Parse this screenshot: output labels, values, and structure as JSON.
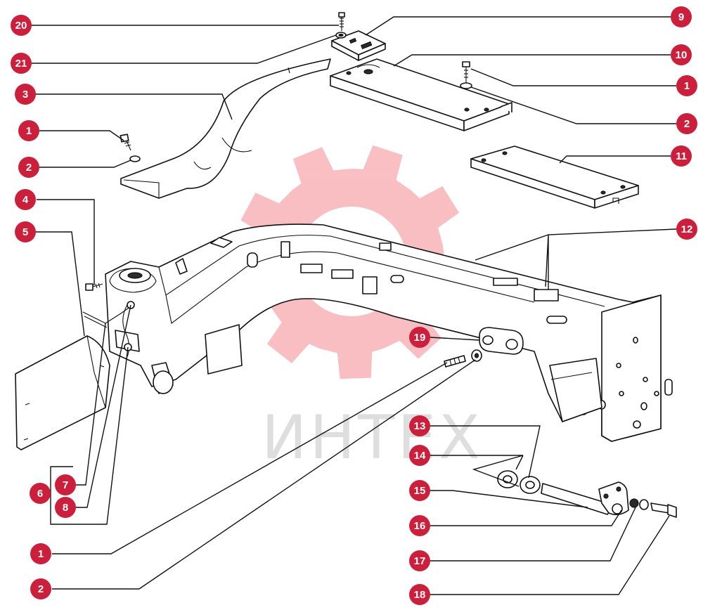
{
  "watermark": {
    "text": "ИНТЕХ",
    "gear_color": "#f7a9ae"
  },
  "callout_color": "#cc1f3c",
  "callouts": [
    {
      "id": "c20a",
      "label": "20"
    },
    {
      "id": "c21",
      "label": "21"
    },
    {
      "id": "c3",
      "label": "3"
    },
    {
      "id": "c1a",
      "label": "1"
    },
    {
      "id": "c2a",
      "label": "2"
    },
    {
      "id": "c4",
      "label": "4"
    },
    {
      "id": "c5",
      "label": "5"
    },
    {
      "id": "c6",
      "label": "6"
    },
    {
      "id": "c7",
      "label": "7"
    },
    {
      "id": "c8",
      "label": "8"
    },
    {
      "id": "c1b",
      "label": "1"
    },
    {
      "id": "c2b",
      "label": "2"
    },
    {
      "id": "c9",
      "label": "9"
    },
    {
      "id": "c10",
      "label": "10"
    },
    {
      "id": "c1c",
      "label": "1"
    },
    {
      "id": "c2c",
      "label": "2"
    },
    {
      "id": "c11",
      "label": "11"
    },
    {
      "id": "c12",
      "label": "12"
    },
    {
      "id": "c19",
      "label": "19"
    },
    {
      "id": "c13",
      "label": "13"
    },
    {
      "id": "c14",
      "label": "14"
    },
    {
      "id": "c15",
      "label": "15"
    },
    {
      "id": "c16",
      "label": "16"
    },
    {
      "id": "c17",
      "label": "17"
    },
    {
      "id": "c18",
      "label": "18"
    }
  ]
}
